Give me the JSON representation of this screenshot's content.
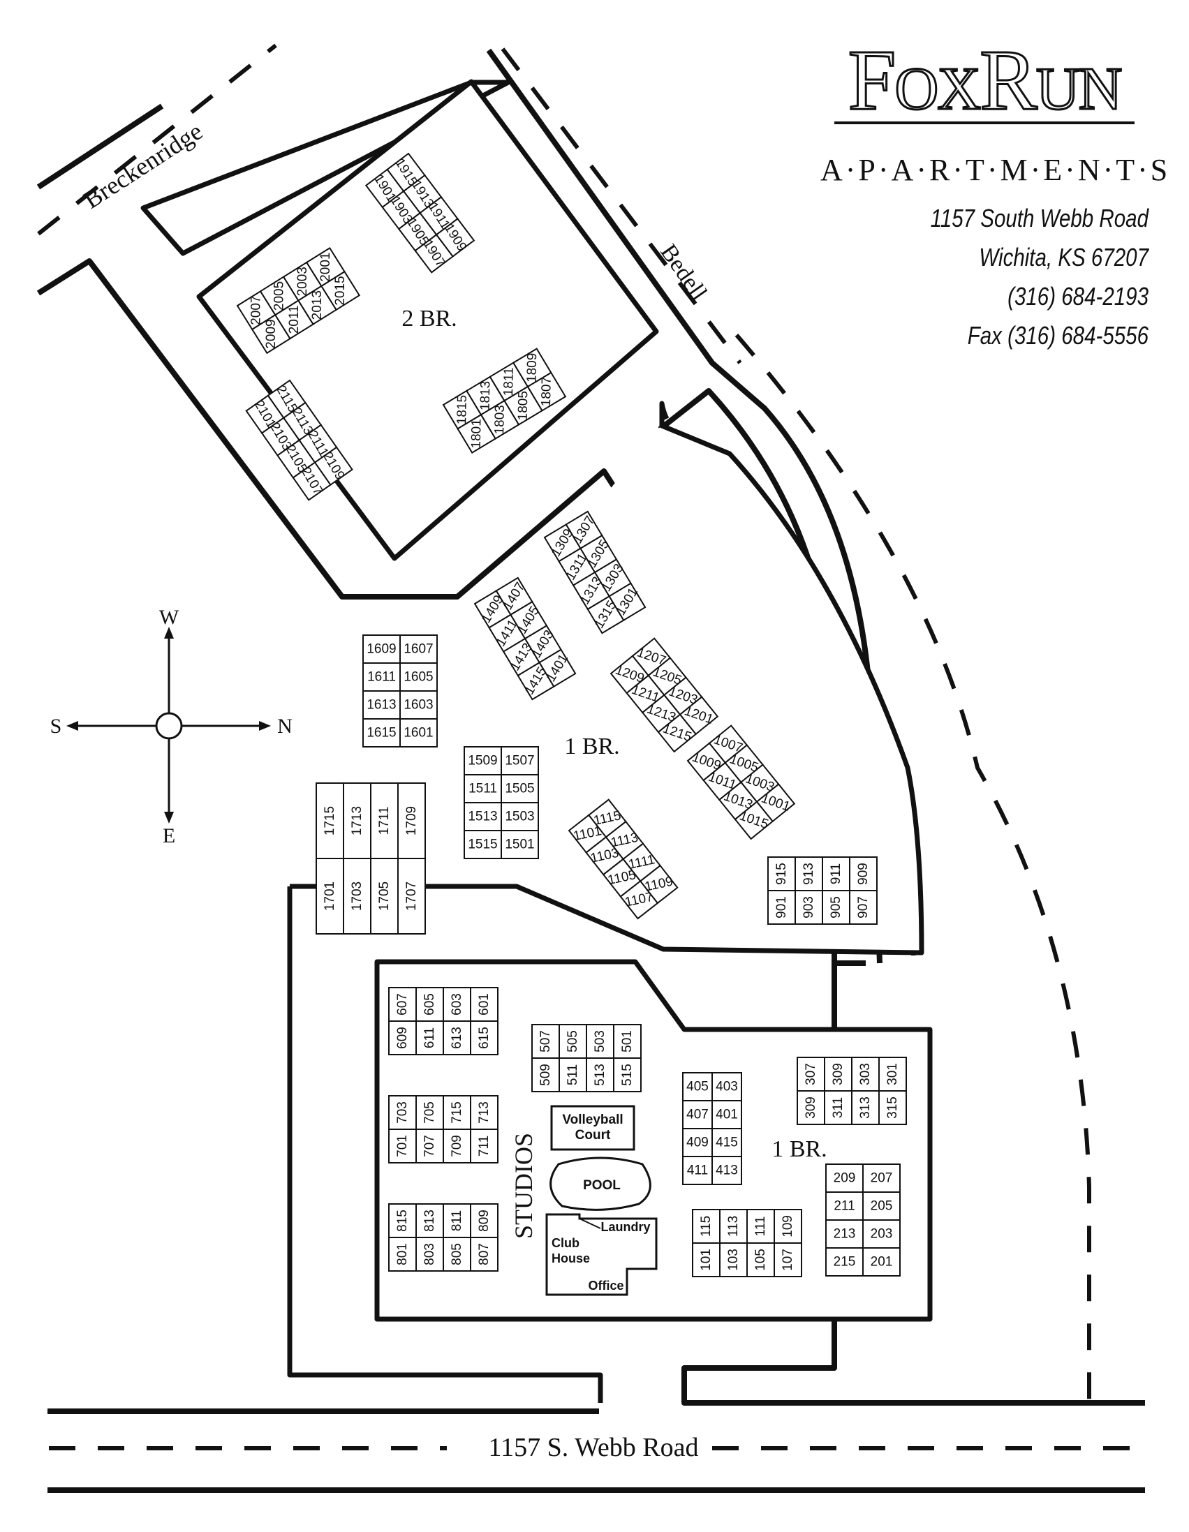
{
  "brand": {
    "name": "FoxRun",
    "subtitle": "A·P·A·R·T·M·E·N·T·S"
  },
  "contact": {
    "street": "1157 South Webb Road",
    "city": "Wichita, KS 67207",
    "phone": "(316) 684-2193",
    "fax": "Fax (316) 684-5556"
  },
  "streets": {
    "breckenridge": "Breckenridge",
    "bedell": "Bedell",
    "webb": "1157 S. Webb Road"
  },
  "compass": {
    "north": "N",
    "south": "S",
    "east": "E",
    "west": "W"
  },
  "areas": {
    "two_br": "2 BR.",
    "one_br_upper": "1 BR.",
    "one_br_lower": "1 BR.",
    "studios": "STUDIOS"
  },
  "amenities": {
    "volleyball": [
      "Volleyball",
      "Court"
    ],
    "pool": "POOL",
    "laundry": "Laundry",
    "clubhouse": [
      "Club",
      "House"
    ],
    "office": "Office"
  },
  "buildings": [
    {
      "id": "b20",
      "rows": [
        [
          "2007",
          "2005",
          "2003",
          "2001"
        ],
        [
          "2009",
          "2011",
          "2013",
          "2015"
        ]
      ]
    },
    {
      "id": "b19",
      "rows": [
        [
          "1915",
          "1913",
          "1911",
          "1909"
        ],
        [
          "1901",
          "1903",
          "1905",
          "1907"
        ]
      ]
    },
    {
      "id": "b21",
      "rows": [
        [
          "2115",
          "2113",
          "2111",
          "2109"
        ],
        [
          "2101",
          "2103",
          "2105",
          "2107"
        ]
      ]
    },
    {
      "id": "b18",
      "rows": [
        [
          "1815",
          "1813",
          "1811",
          "1809"
        ],
        [
          "1801",
          "1803",
          "1805",
          "1807"
        ]
      ]
    },
    {
      "id": "b13",
      "rows": [
        [
          "1309",
          "1307"
        ],
        [
          "1311",
          "1305"
        ],
        [
          "1313",
          "1303"
        ],
        [
          "1315",
          "1301"
        ]
      ]
    },
    {
      "id": "b14",
      "rows": [
        [
          "1409",
          "1407"
        ],
        [
          "1411",
          "1405"
        ],
        [
          "1413",
          "1403"
        ],
        [
          "1415",
          "1401"
        ]
      ]
    },
    {
      "id": "b12",
      "rows": [
        [
          "1209",
          "1207"
        ],
        [
          "1211",
          "1205"
        ],
        [
          "1213",
          "1203"
        ],
        [
          "1215",
          "1201"
        ]
      ]
    },
    {
      "id": "b10",
      "rows": [
        [
          "1009",
          "1007"
        ],
        [
          "1011",
          "1005"
        ],
        [
          "1013",
          "1003"
        ],
        [
          "1015",
          "1001"
        ]
      ]
    },
    {
      "id": "b11",
      "rows": [
        [
          "1101",
          "1115"
        ],
        [
          "1103",
          "1113"
        ],
        [
          "1105",
          "1111"
        ],
        [
          "1107",
          "1109"
        ]
      ]
    },
    {
      "id": "b16",
      "rows": [
        [
          "1609",
          "1607"
        ],
        [
          "1611",
          "1605"
        ],
        [
          "1613",
          "1603"
        ],
        [
          "1615",
          "1601"
        ]
      ]
    },
    {
      "id": "b15",
      "rows": [
        [
          "1509",
          "1507"
        ],
        [
          "1511",
          "1505"
        ],
        [
          "1513",
          "1503"
        ],
        [
          "1515",
          "1501"
        ]
      ]
    },
    {
      "id": "b17",
      "rows": [
        [
          "1715",
          "1713",
          "1711",
          "1709"
        ],
        [
          "1701",
          "1703",
          "1705",
          "1707"
        ]
      ]
    },
    {
      "id": "b9",
      "rows": [
        [
          "915",
          "913",
          "911",
          "909"
        ],
        [
          "901",
          "903",
          "905",
          "907"
        ]
      ]
    },
    {
      "id": "b6",
      "rows": [
        [
          "607",
          "605",
          "603",
          "601"
        ],
        [
          "609",
          "611",
          "613",
          "615"
        ]
      ]
    },
    {
      "id": "b5",
      "rows": [
        [
          "507",
          "505",
          "503",
          "501"
        ],
        [
          "509",
          "511",
          "513",
          "515"
        ]
      ]
    },
    {
      "id": "b7",
      "rows": [
        [
          "703",
          "705",
          "715",
          "713"
        ],
        [
          "701",
          "707",
          "709",
          "711"
        ]
      ]
    },
    {
      "id": "b8",
      "rows": [
        [
          "815",
          "813",
          "811",
          "809"
        ],
        [
          "801",
          "803",
          "805",
          "807"
        ]
      ]
    },
    {
      "id": "b4",
      "rows": [
        [
          "405",
          "403"
        ],
        [
          "407",
          "401"
        ],
        [
          "409",
          "415"
        ],
        [
          "411",
          "413"
        ]
      ]
    },
    {
      "id": "b3",
      "rows": [
        [
          "307",
          "309",
          "303",
          "301"
        ],
        [
          "309",
          "311",
          "313",
          "315"
        ]
      ]
    },
    {
      "id": "b1",
      "rows": [
        [
          "115",
          "113",
          "111",
          "109"
        ],
        [
          "101",
          "103",
          "105",
          "107"
        ]
      ]
    },
    {
      "id": "b2",
      "rows": [
        [
          "209",
          "207"
        ],
        [
          "211",
          "205"
        ],
        [
          "213",
          "203"
        ],
        [
          "215",
          "201"
        ]
      ]
    }
  ]
}
